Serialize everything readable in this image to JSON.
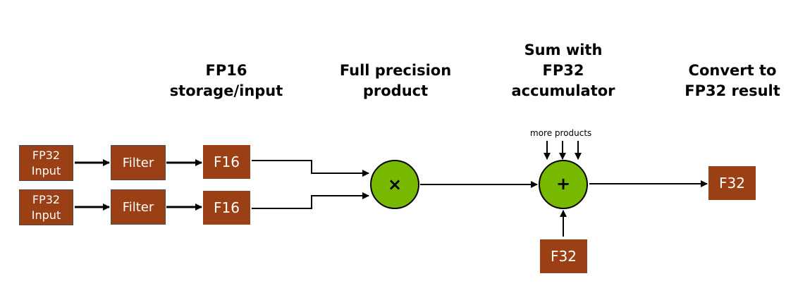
{
  "headings": {
    "fp16_storage": [
      "FP16",
      "storage/input"
    ],
    "full_precision": [
      "Full precision",
      "product"
    ],
    "sum_accumulator": [
      "Sum with",
      "FP32",
      "accumulator"
    ],
    "convert_result": [
      "Convert to",
      "FP32 result"
    ]
  },
  "inputs": [
    {
      "line1": "FP32",
      "line2": "Input"
    },
    {
      "line1": "FP32",
      "line2": "Input"
    }
  ],
  "filters": [
    "Filter",
    "Filter"
  ],
  "fp16_boxes": [
    "F16",
    "F16"
  ],
  "multiply_symbol": "×",
  "add_symbol": "+",
  "more_products_label": "more products",
  "accumulator_box": "F32",
  "result_box": "F32",
  "colors": {
    "box_fill": "#9b3f14",
    "circle_fill": "#76b900",
    "line": "#000000"
  }
}
